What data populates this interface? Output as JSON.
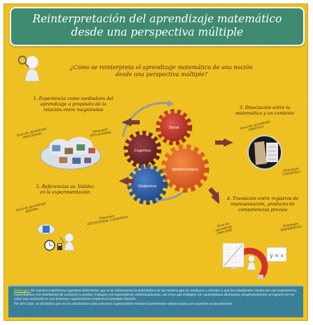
{
  "header": {
    "line1": "Reinterpretación del aprendizaje matemático",
    "line2": "desde una perspectiva múltiple"
  },
  "question": {
    "line1": "¿Cómo se reinterpreta el aprendizaje matemático de una noción",
    "line2": "desde una perspectiva múltiple?"
  },
  "gears": {
    "social": "Social",
    "cognitive": "Cognitivo",
    "epistemological": "Epistemológico",
    "didactic": "Didáctico"
  },
  "blocks": {
    "b1": {
      "title": [
        "1. Experiencia como mediadora del",
        "aprendizaje a propósito de la",
        "relación entre magnitudes"
      ],
      "level_label": [
        "Nivel de aprendizaje",
        "PROCESUAL"
      ],
      "dimension_label": [
        "Dimensión",
        "SITUACIONAL"
      ]
    },
    "b2": {
      "title": [
        "2. Referencias vs. Validez",
        "en la experimentación"
      ],
      "level_label": [
        "Nivel de aprendizaje",
        "AXIOMA"
      ],
      "dimension_label": [
        "Dimensión",
        "SITUACIONAL COGNITIVO"
      ]
    },
    "b3": {
      "title": [
        "3. Disociación entre la",
        "matemática y un contexto"
      ],
      "level_label": [
        "Nivel de aprendizaje",
        "PROCESO"
      ],
      "dimension_label": [
        "Dimensión",
        "COGNITIVO"
      ]
    },
    "b4": {
      "title": [
        "4. Transición entre registros de",
        "representación, producto de",
        "competencias previas"
      ],
      "level_label": [
        "Nivel de",
        "aprendizaje",
        "PROCESO"
      ],
      "dimension_label": [
        "Dimensión",
        "MATEMÁTICA"
      ],
      "formula": "y = x"
    }
  },
  "conclusion": {
    "heading": "Hallazgos:",
    "body": " En nuestra experiencia logramos determinar que si se reinterpreta la matemática de tal manera que se conduzca a orientar a que los estudiantes involucren sus experiencias, experimentos con fenómenos de variación y cambio, trabajos con matemáticas contextualizadas, así como que trabajen con matemáticas abstractas, progresivamente se logrará ver en estos una evolución en sus procesos cognoscitivos respecto al concepto función.",
    "body2": "Por otro lado, se identificó que en los estudiantes tales procesos cognoscitivos resultan fuertemente influenciados por aspectos socioculturales."
  },
  "colors": {
    "background": "#f2c21d",
    "header": "#3f8a70",
    "gear_social": "#c0392b",
    "gear_cognitive": "#7a2a30",
    "gear_epistemological": "#e8652a",
    "gear_didactic": "#2e5ea8",
    "arrows": "#7a3a3a",
    "conclusion": "#3a7f98"
  }
}
